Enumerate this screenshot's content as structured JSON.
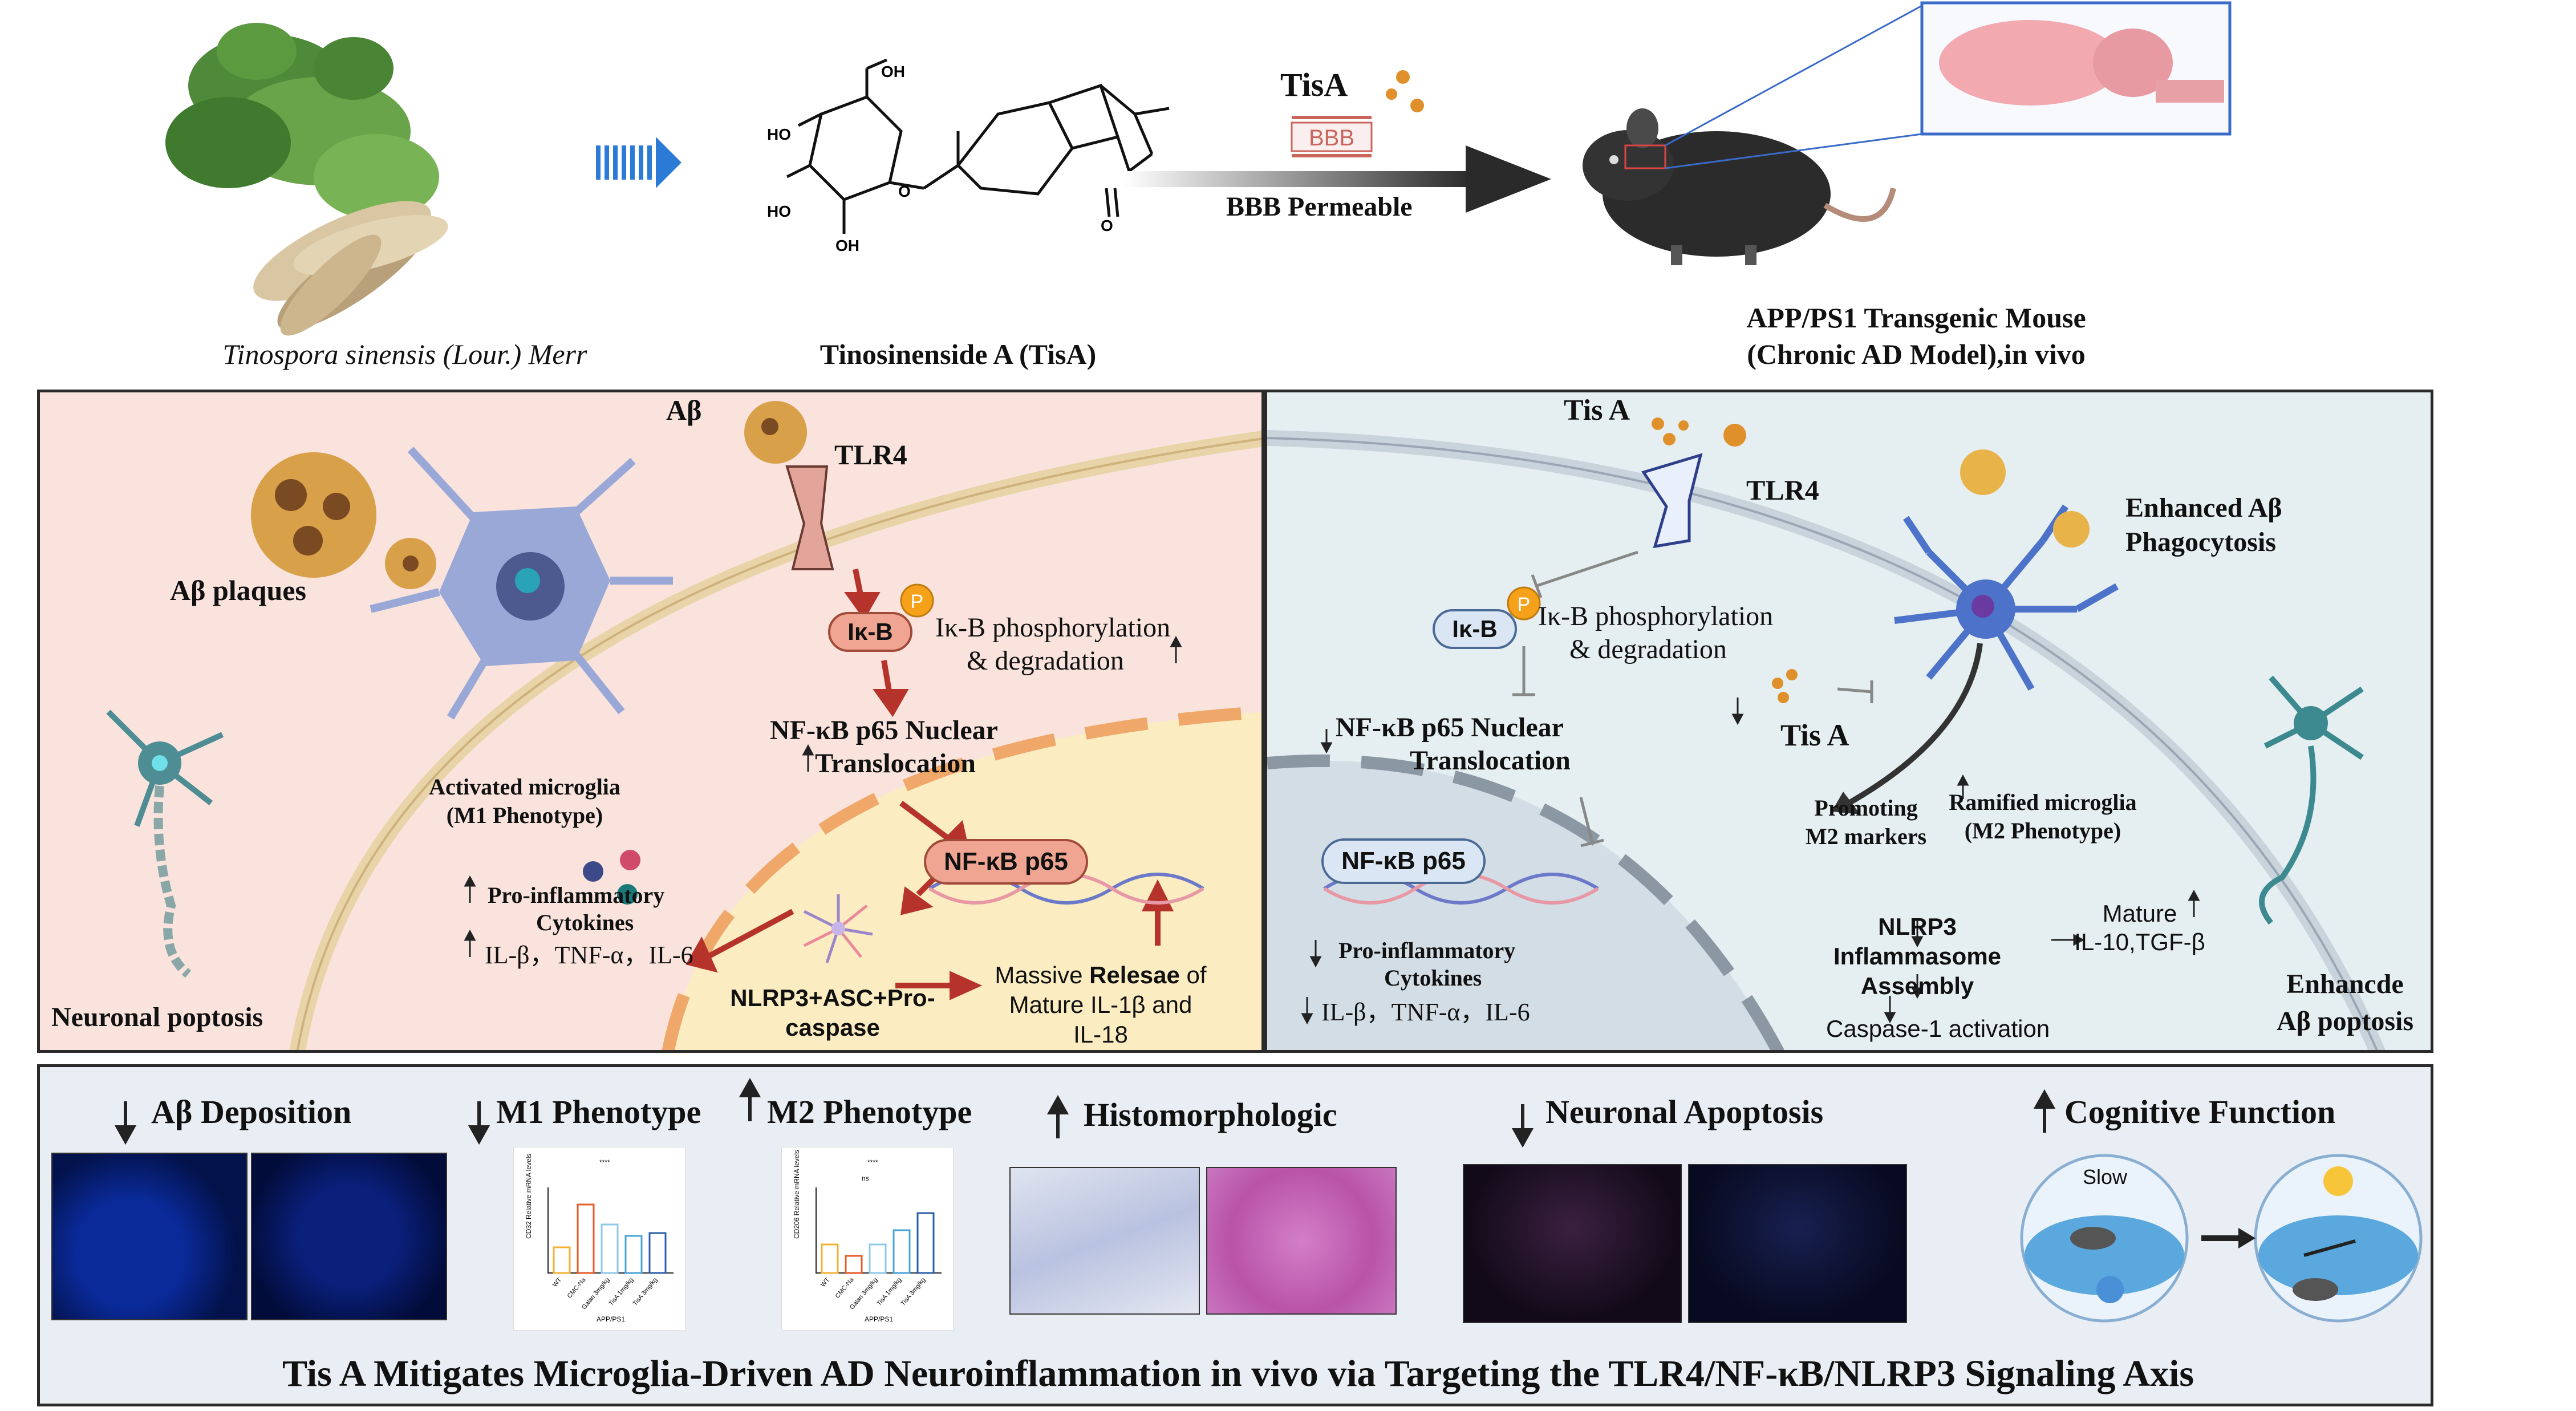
{
  "top": {
    "plant_caption_italic": "Tinospora sinensis (Lour.) Merr",
    "compound_caption": "Tinosinenside A (TisA)",
    "tisa_label": "TisA",
    "bbb_glyph": "BBB",
    "bbb_permeable": "BBB Permeable",
    "mouse_caption_line1": "APP/PS1 Transgenic Mouse",
    "mouse_caption_line2": "(Chronic AD Model),in vivo",
    "chem_labels": [
      "OH",
      "HO",
      "HO",
      "OH",
      "O",
      "O"
    ]
  },
  "left_panel": {
    "abeta": "Aβ",
    "tlr4": "TLR4",
    "abeta_plaques": "Aβ plaques",
    "p_label": "P",
    "ikb": "Iκ-B",
    "ikb_phos_line1": "Iκ-B phosphorylation",
    "ikb_phos_line2": "& degradation",
    "nfkb_nuclear_line1": "NF-κB p65 Nuclear",
    "nfkb_nuclear_line2": "Translocation",
    "activated_microglia_line1": "Activated microglia",
    "activated_microglia_line2": "(M1 Phenotype)",
    "nfkb_p65": "NF-κB p65",
    "pro_inflam_line1": "Pro-inflammatory",
    "pro_inflam_line2": "Cytokines",
    "cytokines": "IL-β，TNF-α，IL-6",
    "nlrp3_line1": "NLRP3+ASC+Pro-",
    "nlrp3_line2": "caspase",
    "massive_pre": "Massive ",
    "massive_bold": "Relesae",
    "massive_post": " of",
    "massive_line2": "Mature IL-1β and",
    "massive_line3": "IL-18",
    "neuronal_poptosis": "Neuronal poptosis"
  },
  "right_panel": {
    "tisa": "Tis A",
    "tlr4": "TLR4",
    "enhanced_line1": "Enhanced Aβ",
    "enhanced_line2": "Phagocytosis",
    "p_label": "P",
    "ikb": "Iκ-B",
    "ikb_phos_line1": "Iκ-B phosphorylation",
    "ikb_phos_line2": "& degradation",
    "tisa2": "Tis A",
    "nfkb_nuclear_line1": "NF-κB p65 Nuclear",
    "nfkb_nuclear_line2": "Translocation",
    "promoting_line1": "Promoting",
    "promoting_line2": "M2 markers",
    "ramified_line1": "Ramified  microglia",
    "ramified_line2": "(M2 Phenotype)",
    "nfkb_p65": "NF-κB p65",
    "pro_inflam_line1": "Pro-inflammatory",
    "pro_inflam_line2": "Cytokines",
    "cytokines": "IL-β，TNF-α，IL-6",
    "nlrp3_line1": "NLRP3",
    "nlrp3_line2": "Inflammasome",
    "nlrp3_line3": "Assembly",
    "mature_line1": "Mature",
    "mature_line2": "IL-10,TGF-β",
    "caspase": "Caspase-1 activation",
    "enhancde_line1": "Enhancde",
    "enhancde_line2": "Aβ  poptosis"
  },
  "bottom": {
    "abeta_deposition": "Aβ Deposition",
    "m1_phenotype": "M1 Phenotype",
    "m2_phenotype": "M2 Phenotype",
    "histomorphologic": "Histomorphologic",
    "neuronal_apoptosis": "Neuronal Apoptosis",
    "cognitive_function": "Cognitive Function",
    "slow": "Slow",
    "conclusion": "Tis A Mitigates Microglia-Driven AD Neuroinflammation in vivo via Targeting the TLR4/NF-κB/NLRP3 Signaling Axis",
    "chart1": {
      "ylabel": "CD32 Relative mRNA levels",
      "xlabels": [
        "WT",
        "CMC-Na",
        "Galan 3mg/kg",
        "TisA 1mg/kg",
        "TisA 3mg/kg"
      ],
      "group": "APP/PS1",
      "sig": "****",
      "values": [
        0.9,
        2.4,
        1.7,
        1.3,
        1.4
      ]
    },
    "chart2": {
      "ylabel": "CD206 Relative mRNA levels",
      "xlabels": [
        "WT",
        "CMC-Na",
        "Galan 3mg/kg",
        "TisA 1mg/kg",
        "TisA 3mg/kg"
      ],
      "group": "APP/PS1",
      "sig": "****",
      "ns": "ns",
      "values": [
        1.0,
        0.6,
        1.0,
        1.5,
        2.1
      ]
    }
  },
  "colors": {
    "left_bg": "#f9e3dc",
    "right_bg": "#e5eef1",
    "bottom_bg": "#e8eef3",
    "red_arrow": "#b5332a",
    "nucleus_left": "#fbecc1",
    "nucleus_right": "#d3dde6"
  }
}
